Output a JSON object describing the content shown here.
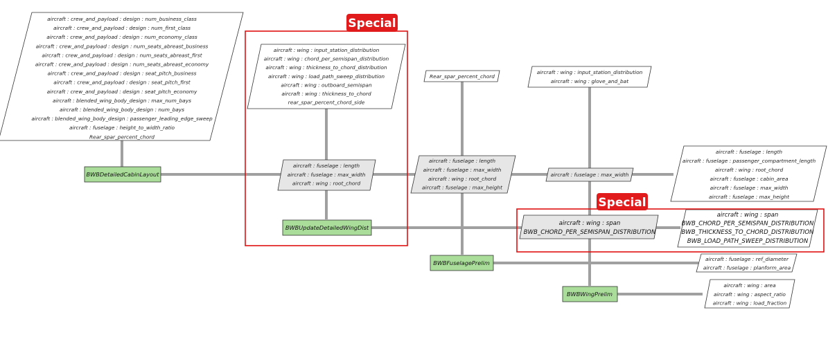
{
  "nodes": {
    "cabin_layout": "BWBDetailedCabinLayout",
    "update_wing_dist": "BWBUpdateDetailedWingDist",
    "fuselage_prelim": "BWBFuselagePrelim",
    "wing_prelim": "BWBWingPrelim"
  },
  "params": {
    "cabin_inputs": [
      "aircraft : crew_and_payload : design : num_business_class",
      "aircraft : crew_and_payload : design : num_first_class",
      "aircraft : crew_and_payload : design : num_economy_class",
      "aircraft : crew_and_payload : design : num_seats_abreast_business",
      "aircraft : crew_and_payload : design : num_seats_abreast_first",
      "aircraft : crew_and_payload : design : num_seats_abreast_economy",
      "aircraft : crew_and_payload : design : seat_pitch_business",
      "aircraft : crew_and_payload : design : seat_pitch_first",
      "aircraft : crew_and_payload : design : seat_pitch_economy",
      "aircraft : blended_wing_body_design : max_num_bays",
      "aircraft : blended_wing_body_design : num_bays",
      "aircraft : blended_wing_body_design : passenger_leading_edge_sweep",
      "aircraft : fuselage : height_to_width_ratio",
      "Rear_spar_percent_chord"
    ],
    "wing_dist_inputs": [
      "aircraft : wing : input_station_distribution",
      "aircraft : wing : chord_per_semispan_distribution",
      "aircraft : wing : thickness_to_chord_distribution",
      "aircraft : wing : load_path_sweep_distribution",
      "aircraft : wing : outboard_semispan",
      "aircraft : wing : thickness_to_chord",
      "rear_spar_percent_chord_side"
    ],
    "cabin_to_wing": [
      "aircraft : fuselage : length",
      "aircraft : fuselage : max_width",
      "aircraft : wing : root_chord"
    ],
    "rear_spar": [
      "Rear_spar_percent_chord"
    ],
    "fuselage_out": [
      "aircraft : fuselage : length",
      "aircraft : fuselage : max_width",
      "aircraft : wing : root_chord",
      "aircraft : fuselage : max_height"
    ],
    "station_glove": [
      "aircraft : wing : input_station_distribution",
      "aircraft : wing : glove_and_bat"
    ],
    "max_width": [
      "aircraft : fuselage : max_width"
    ],
    "far_right_top": [
      "aircraft : fuselage : length",
      "aircraft : fuselage : passenger_compartment_length",
      "aircraft : wing : root_chord",
      "aircraft : fuselage : cabin_area",
      "aircraft : fuselage : max_width",
      "aircraft : fuselage : max_height"
    ],
    "span_chord": [
      "aircraft : wing : span",
      "BWB_CHORD_PER_SEMISPAN_DISTRIBUTION"
    ],
    "far_right_span": [
      "aircraft : wing : span",
      "BWB_CHORD_PER_SEMISPAN_DISTRIBUTION",
      "BWB_THICKNESS_TO_CHORD_DISTRIBUTION",
      "BWB_LOAD_PATH_SWEEP_DISTRIBUTION"
    ],
    "fuselage_diam": [
      "aircraft : fuselage : ref_diameter",
      "aircraft : fuselage : planform_area"
    ],
    "wing_area": [
      "aircraft : wing : area",
      "aircraft : wing : aspect_ratio",
      "aircraft : wing : load_fraction"
    ]
  },
  "special_labels": [
    "Special",
    "Special"
  ]
}
